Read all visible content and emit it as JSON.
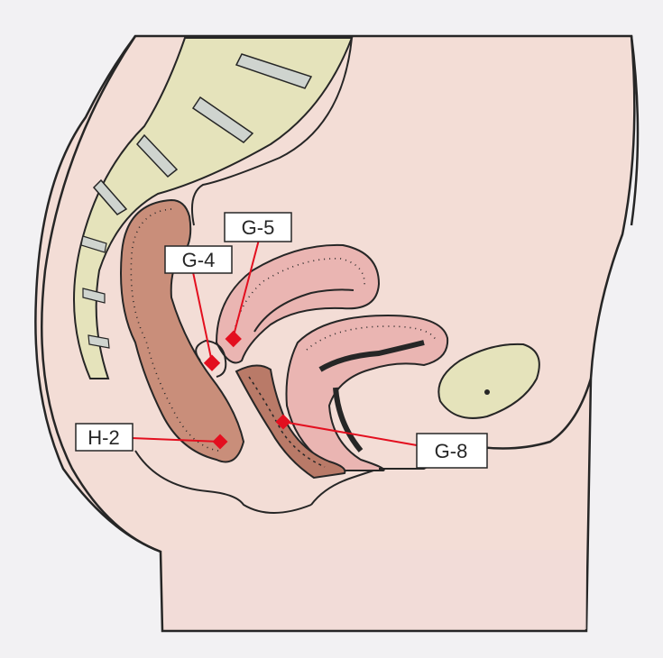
{
  "colors": {
    "background": "#f2f1f3",
    "body_fill": "#f3ddd6",
    "lower_fill": "#f1dcd8",
    "bone_fill": "#e5e3bb",
    "disc_fill": "#cfd4cf",
    "rectum_fill": "#c98e7a",
    "uterus_fill": "#eab5b2",
    "vagina_fill": "#b97a68",
    "marker": "#e30f1f",
    "outline": "#262626",
    "label_bg": "#ffffff"
  },
  "labels": {
    "g5": "G-5",
    "g4": "G-4",
    "h2": "H-2",
    "g8": "G-8"
  }
}
